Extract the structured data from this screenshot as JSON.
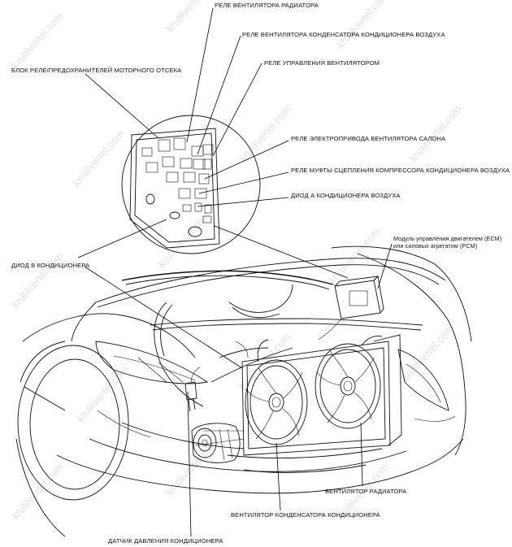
{
  "labels": {
    "radiator_fan_relay": "РЕЛЕ ВЕНТИЛЯТОРА РАДИАТОРА",
    "ac_condenser_fan_relay": "РЕЛЕ ВЕНТИЛЯТОРА КОНДЕНСАТОРА КОНДИЦИОНЕРА ВОЗДУХА",
    "fan_control_relay": "РЕЛЕ УПРАВЛЕНИЯ ВЕНТИЛЯТОРОМ",
    "engine_fuse_relay_box": "БЛОК РЕЛЕ/ПРЕДОХРАНИТЕЛЕЙ МОТОРНОГО ОТСЕКА",
    "blower_motor_relay": "РЕЛЕ ЭЛЕКТРОПРИВОДА ВЕНТИЛЯТОРА САЛОНА",
    "compressor_clutch_relay": "РЕЛЕ МУФТЫ СЦЕПЛЕНИЯ КОМПРЕССОРА КОНДИЦИОНЕРА ВОЗДУХА",
    "ac_diode_a": "ДИОД А КОНДИЦИОНЕРА ВОЗДУХА",
    "ac_diode": "ДИОД В КОНДИЦИОНЕРА",
    "ecm_line1": "Модуль управления двигателем (ECM)",
    "ecm_line2": "или силовых агрегатом (PCM)",
    "radiator_fan": "ВЕНТИЛЯТОР РАДИАТОРА",
    "condenser_fan": "ВЕНТИЛЯТОР КОНДЕНСАТОРА КОНДИЦИОНЕРА",
    "ac_pressure_sensor": "ДАТЧИК ДАВЛЕНИЯ КОНДИЦИОНЕРА"
  },
  "watermark": "krutilvertel.com",
  "colors": {
    "ink": "#111111",
    "watermark": "#c9c9c9",
    "background": "#ffffff"
  }
}
